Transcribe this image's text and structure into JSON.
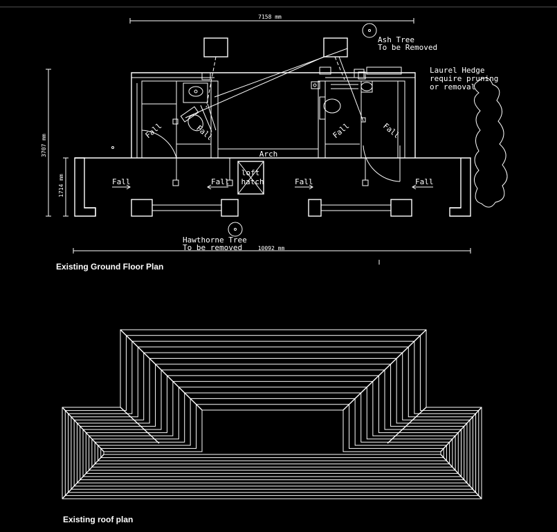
{
  "dimensions": {
    "overall_width": "7158 mm",
    "total_width": "10092 mm",
    "height_left": "3707 mm",
    "height_front": "1714 mm"
  },
  "annotations": {
    "ash_tree": [
      "Ash Tree",
      "To be Removed"
    ],
    "laurel_hedge": [
      "Laurel Hedge",
      "require pruning",
      "or removal"
    ],
    "hawthorne_tree": [
      "Hawthorne Tree",
      "To be removed"
    ],
    "arch": "Arch",
    "loft_hatch": [
      "loft",
      "hatch"
    ],
    "fall": "Fall"
  },
  "captions": {
    "ground_floor": "Existing Ground Floor Plan",
    "roof": "Existing roof plan"
  },
  "colors": {
    "background": "#000000",
    "line": "#ffffff"
  }
}
